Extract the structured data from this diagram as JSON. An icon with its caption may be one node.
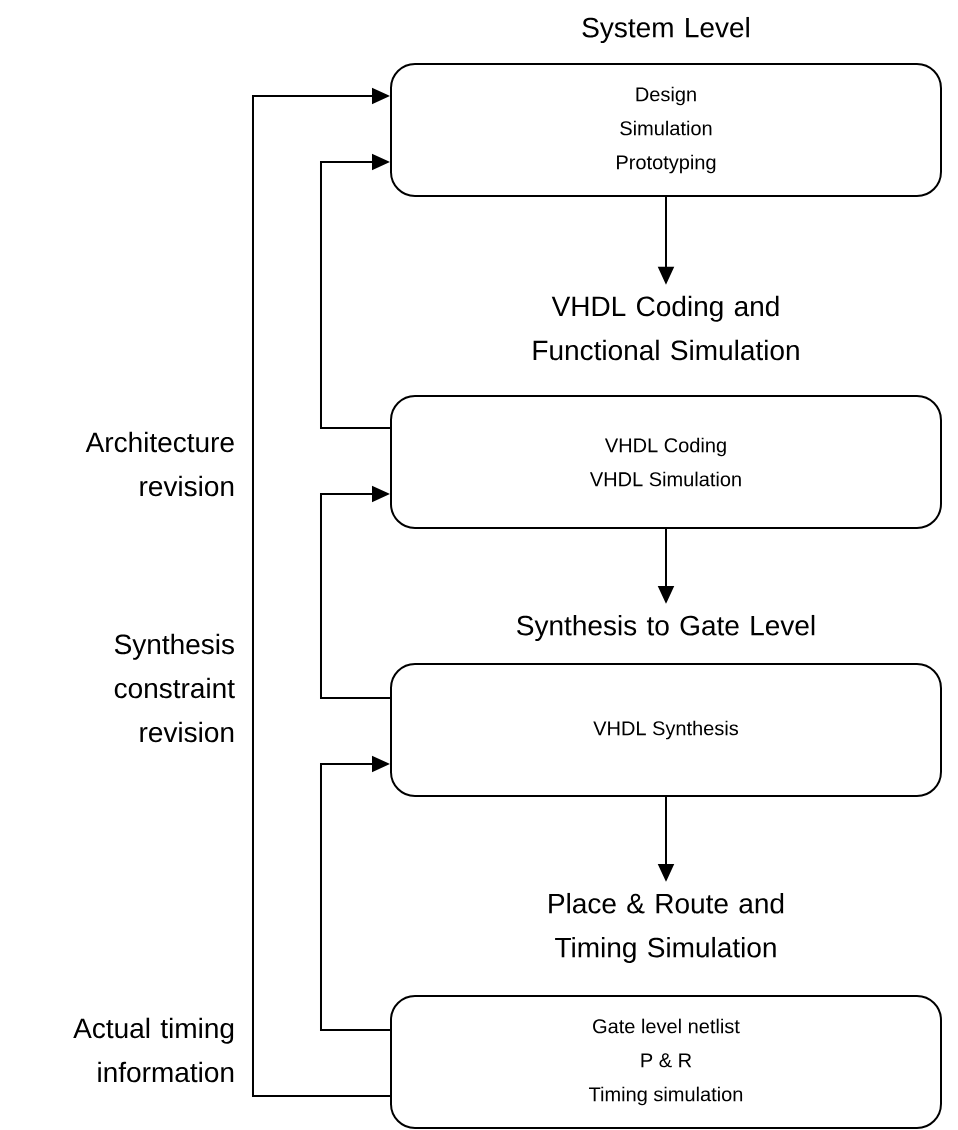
{
  "diagram": {
    "nodes": [
      {
        "text": [
          "System Level",
          "Design",
          "Simulation",
          "Prototyping"
        ]
      },
      {
        "text": [
          "VHDL Coding and Functional Simulation",
          "VHDL Coding",
          "VHDL Simulation"
        ]
      },
      {
        "text": [
          "Synthesis to Gate Level",
          "VHDL Synthesis"
        ]
      },
      {
        "text": [
          "Place & Route and Timing Simulation",
          "Gate level netlist",
          "P & R",
          "Timing simulation"
        ]
      }
    ],
    "edges": [
      {
        "from": 0,
        "to": 1,
        "arrow": "to"
      },
      {
        "from": 1,
        "to": 2,
        "arrow": "to"
      },
      {
        "from": 2,
        "to": 3,
        "arrow": "to"
      },
      {
        "from": 1,
        "to": 0,
        "arrow": "to"
      },
      {
        "from": 2,
        "to": 1,
        "arrow": "to"
      },
      {
        "from": 3,
        "to": 2,
        "arrow": "to"
      },
      {
        "from": 3,
        "to": 0,
        "arrow": "to"
      }
    ],
    "labels": [
      "Architecture revision",
      "Synthesis constraint revision",
      "Actual timing information"
    ]
  }
}
